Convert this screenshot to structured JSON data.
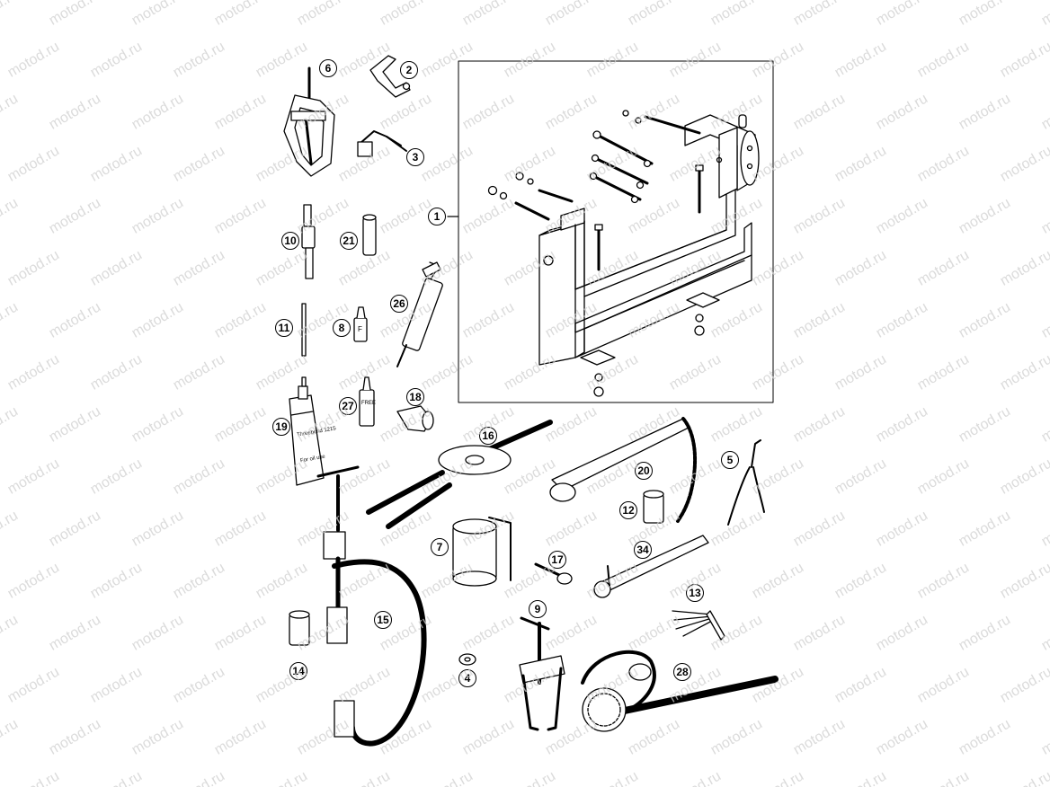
{
  "watermark": "motod.ru",
  "callouts": {
    "c1": "1",
    "c2": "2",
    "c3": "3",
    "c4": "4",
    "c5": "5",
    "c6": "6",
    "c7": "7",
    "c8": "8",
    "c9": "9",
    "c10": "10",
    "c11": "11",
    "c12": "12",
    "c13": "13",
    "c14": "14",
    "c15": "15",
    "c16": "16",
    "c17": "17",
    "c18": "18",
    "c19": "19",
    "c20": "20",
    "c21": "21",
    "c26": "26",
    "c27": "27",
    "c28": "28",
    "c34": "34"
  },
  "labels": {
    "tube_19": "Threebond 1215",
    "tube_19_b": "For oil use",
    "bottle_8": "F",
    "bottle_27": "FREE"
  },
  "colors": {
    "line": "#000000",
    "watermark": "#cfcfcf",
    "background": "#ffffff"
  }
}
